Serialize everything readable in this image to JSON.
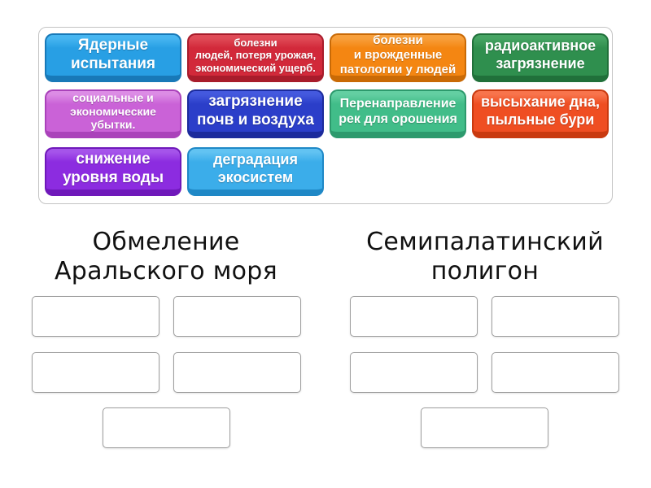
{
  "activity": {
    "word_bank": {
      "tiles": [
        {
          "label": "Ядерные\nиспытания",
          "color_main": "#289fe4",
          "color_light": "#47b6f1",
          "color_dark": "#1879b8"
        },
        {
          "label": "болезни\nлюдей, потеря урожая,\nэкономический ущерб.",
          "color_main": "#d2293a",
          "color_light": "#e04b57",
          "color_dark": "#a81c2b"
        },
        {
          "label": "болезни\nи врожденные\nпатологии у людей",
          "color_main": "#f48612",
          "color_light": "#f8a03c",
          "color_dark": "#c96a06"
        },
        {
          "label": "радиоактивное\nзагрязнение",
          "color_main": "#2f8f4e",
          "color_light": "#46a463",
          "color_dark": "#20703a"
        },
        {
          "label": "социальные и\nэкономические\nубытки.",
          "color_main": "#ca62d7",
          "color_light": "#dc8ce5",
          "color_dark": "#aa42ba"
        },
        {
          "label": "загрязнение\nпочв и воздуха",
          "color_main": "#2b3ec9",
          "color_light": "#4459de",
          "color_dark": "#1c2b9c"
        },
        {
          "label": "Перенаправление\nрек для орошения",
          "color_main": "#41bd89",
          "color_light": "#63cfa2",
          "color_dark": "#2d9a6d"
        },
        {
          "label": "высыхание дна,\nпыльные бури",
          "color_main": "#ef4e22",
          "color_light": "#f8744c",
          "color_dark": "#c93a10"
        },
        {
          "label": "снижение\nуровня воды",
          "color_main": "#8c2ce0",
          "color_light": "#a554ea",
          "color_dark": "#6f18ba"
        },
        {
          "label": "деградация\nэкосистем",
          "color_main": "#3badea",
          "color_light": "#62c3f2",
          "color_dark": "#1f88c6"
        }
      ]
    },
    "categories": [
      {
        "title": "Обмеление Аральского моря",
        "empty_slots": 5
      },
      {
        "title": "Семипалатинский полигон",
        "empty_slots": 5
      }
    ]
  }
}
